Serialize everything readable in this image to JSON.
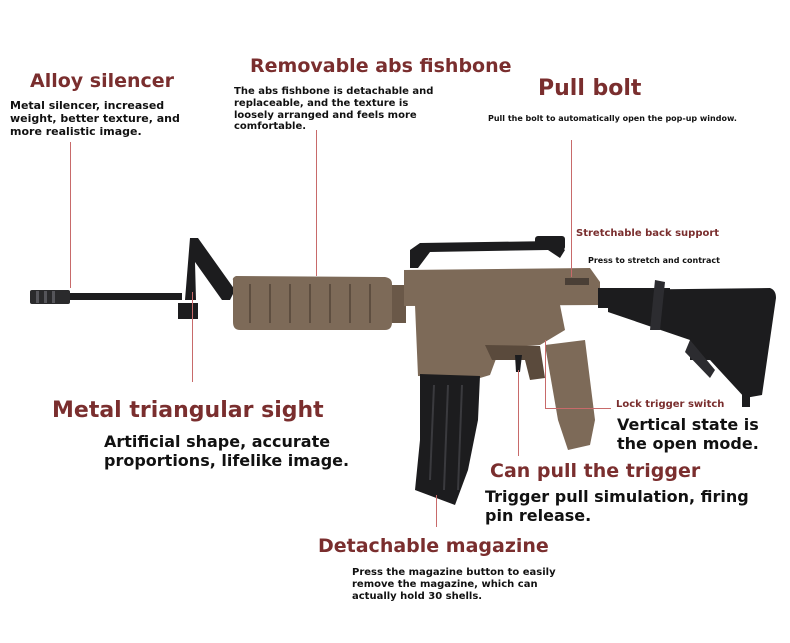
{
  "callouts": {
    "alloy_silencer": {
      "title": "Alloy silencer",
      "desc": "Metal silencer, increased weight, better texture, and more realistic image."
    },
    "fishbone": {
      "title": "Removable abs fishbone",
      "desc": "The abs fishbone is detachable and replaceable, and the texture is loosely arranged and feels more comfortable."
    },
    "pull_bolt": {
      "title": "Pull bolt",
      "desc": "Pull the bolt to automatically open the pop-up window."
    },
    "back_support": {
      "title": "Stretchable back support",
      "desc": "Press to stretch and contract"
    },
    "sight": {
      "title": "Metal triangular sight",
      "desc": "Artificial shape, accurate proportions, lifelike image."
    },
    "lock_trigger": {
      "title": "Lock trigger switch",
      "desc": "Vertical state is the open mode."
    },
    "trigger": {
      "title": "Can pull the trigger",
      "desc": "Trigger pull simulation, firing pin release."
    },
    "magazine": {
      "title": "Detachable magazine",
      "desc": "Press the magazine button to easily remove the magazine, which can actually hold 30 shells."
    }
  },
  "colors": {
    "title": "#7a2e2e",
    "leader": "#c86a6a",
    "metal": "#1c1c1e",
    "tan": "#7d6a58"
  }
}
